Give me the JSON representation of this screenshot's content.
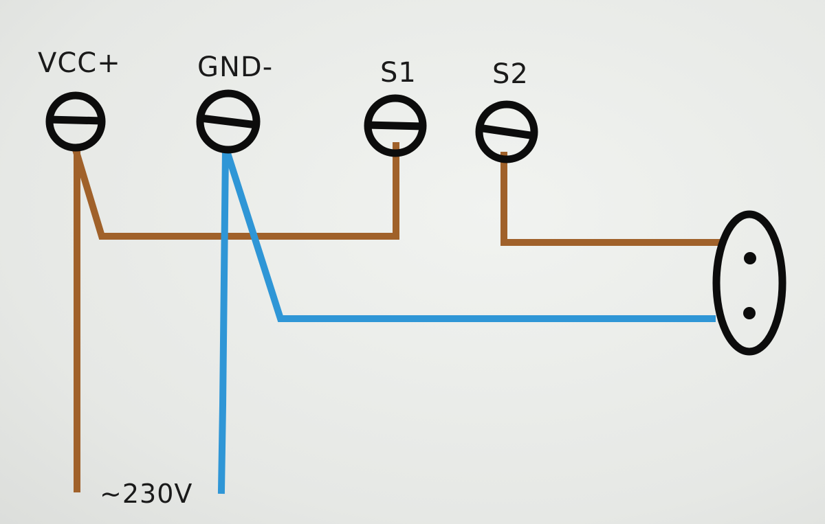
{
  "terminals": {
    "vcc_label": "VCC+",
    "gnd_label": "GND-",
    "s1_label": "S1",
    "s2_label": "S2"
  },
  "supply": {
    "voltage_label": "~230V"
  },
  "colors": {
    "live_wire": "#a0612a",
    "neutral_wire": "#2f96d6",
    "outline": "#0c0c0c",
    "background": "#e9ebe8"
  },
  "icons": {
    "terminal": "screw-terminal-icon",
    "outlet": "socket-outlet-icon"
  }
}
